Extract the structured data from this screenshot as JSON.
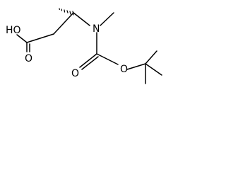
{
  "structure": {
    "atoms": {
      "carboxylic_oh": "HO",
      "carbonyl_o_acid": "O",
      "amine_n": "N",
      "carbamate_carbonyl_o": "O",
      "ester_o": "O"
    },
    "stereo": {
      "center": "C3",
      "bond": "hashed-wedge"
    },
    "colors": {
      "bonds": "#000000",
      "labels": "#000000",
      "background": "#ffffff"
    }
  }
}
